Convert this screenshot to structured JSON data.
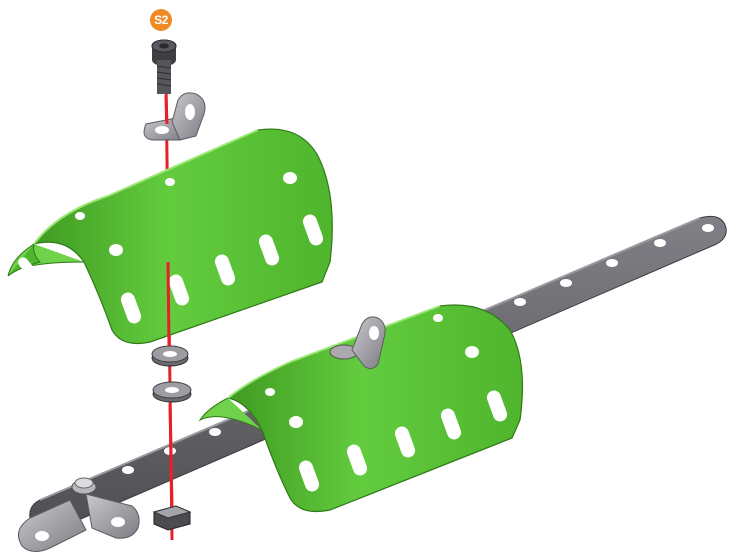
{
  "step": {
    "label": "S2",
    "badge_color": "#f08a24"
  },
  "colors": {
    "plate": "#5ec63a",
    "plate_dark": "#3f9a22",
    "plate_light": "#86e05e",
    "strip": "#6e6e72",
    "strip_dark": "#4a4a4e",
    "hardware": "#9a9aa0",
    "bolt": "#4b4b50",
    "axis_line": "#e8202a"
  },
  "parts": [
    {
      "id": "bolt",
      "icon": "bolt-icon"
    },
    {
      "id": "angle-bracket",
      "icon": "bracket-icon"
    },
    {
      "id": "curved-plate",
      "icon": "plate-icon"
    },
    {
      "id": "washer",
      "icon": "washer-icon"
    },
    {
      "id": "nut",
      "icon": "nut-icon"
    },
    {
      "id": "strip",
      "icon": "strip-icon"
    }
  ]
}
